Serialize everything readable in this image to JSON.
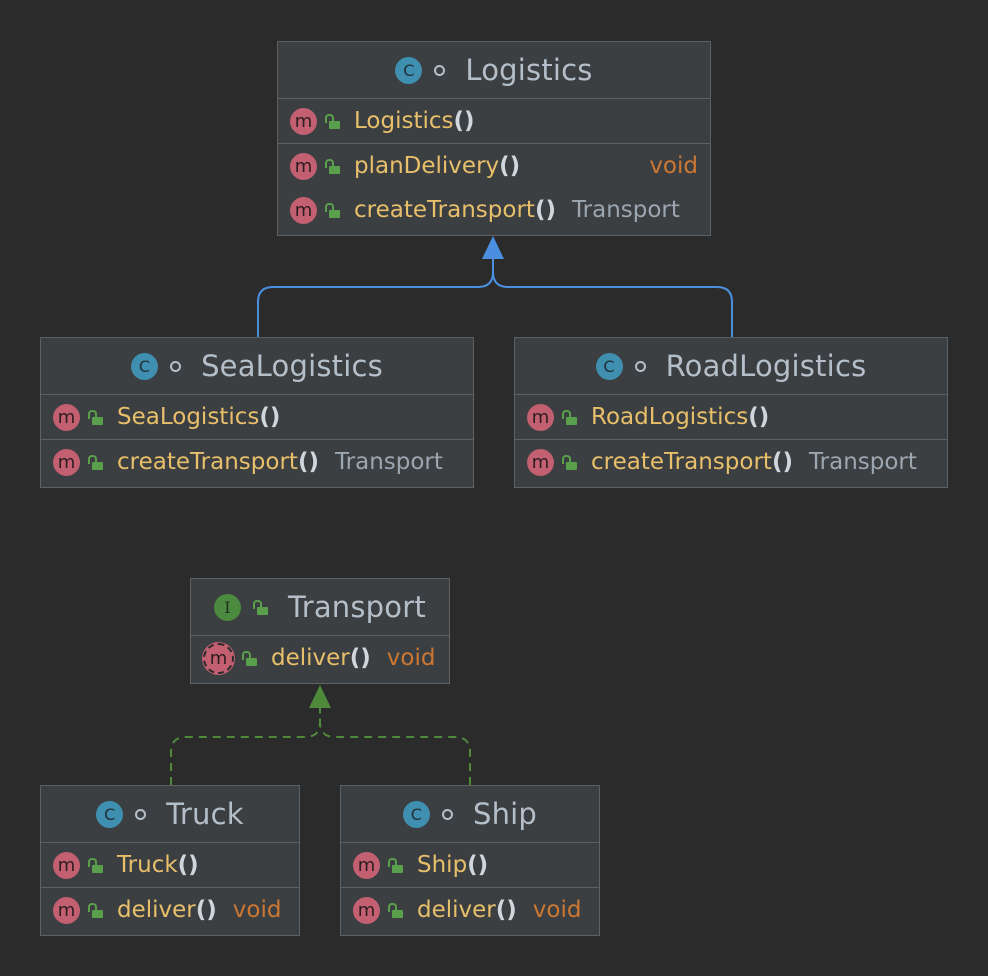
{
  "colors": {
    "background": "#2b2b2b",
    "box_fill": "#3c3f41",
    "box_border": "#5e6163",
    "method_name": "#e8bf6a",
    "primitive_type": "#cc7832",
    "inheritance_arrow": "#4a8fe0",
    "realization_arrow": "#4f8a3c"
  },
  "icons": {
    "class": "C",
    "interface": "I",
    "method": "m"
  },
  "classes": {
    "logistics": {
      "name": "Logistics",
      "constructor": {
        "name": "Logistics",
        "parens": "()"
      },
      "methods": [
        {
          "name": "planDelivery",
          "parens": "()",
          "return_type": "void"
        },
        {
          "name": "createTransport",
          "parens": "()",
          "return_type": "Transport"
        }
      ]
    },
    "sea_logistics": {
      "name": "SeaLogistics",
      "constructor": {
        "name": "SeaLogistics",
        "parens": "()"
      },
      "methods": [
        {
          "name": "createTransport",
          "parens": "()",
          "return_type": "Transport"
        }
      ]
    },
    "road_logistics": {
      "name": "RoadLogistics",
      "constructor": {
        "name": "RoadLogistics",
        "parens": "()"
      },
      "methods": [
        {
          "name": "createTransport",
          "parens": "()",
          "return_type": "Transport"
        }
      ]
    },
    "transport": {
      "name": "Transport",
      "methods": [
        {
          "name": "deliver",
          "parens": "()",
          "return_type": "void"
        }
      ]
    },
    "truck": {
      "name": "Truck",
      "constructor": {
        "name": "Truck",
        "parens": "()"
      },
      "methods": [
        {
          "name": "deliver",
          "parens": "()",
          "return_type": "void"
        }
      ]
    },
    "ship": {
      "name": "Ship",
      "constructor": {
        "name": "Ship",
        "parens": "()"
      },
      "methods": [
        {
          "name": "deliver",
          "parens": "()",
          "return_type": "void"
        }
      ]
    }
  }
}
